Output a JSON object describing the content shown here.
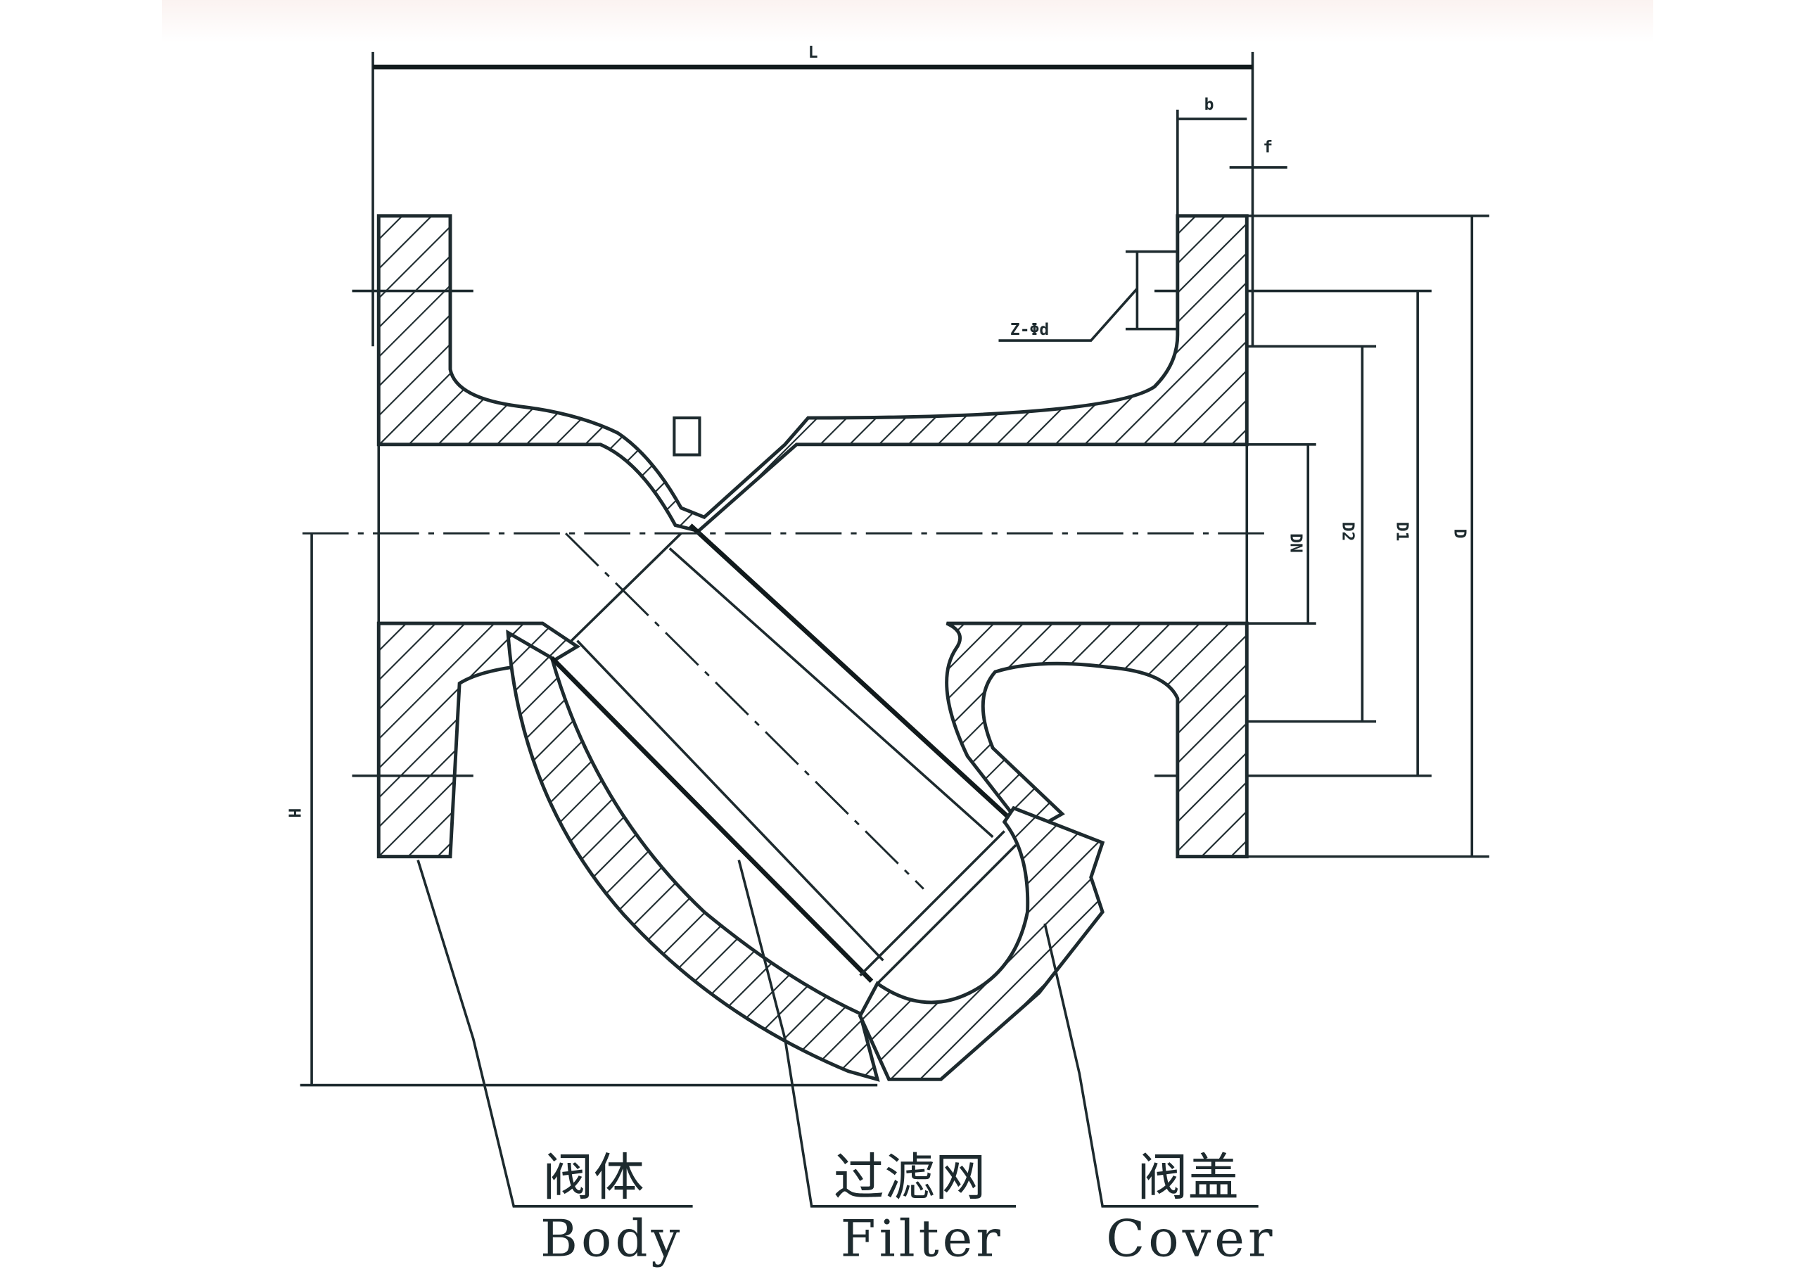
{
  "title": "Y-type strainer sectional drawing",
  "dimensions": {
    "L": "L",
    "b": "b",
    "f": "f",
    "bolt_holes": "Z-Φd",
    "DN": "DN",
    "D2": "D2",
    "D1": "D1",
    "D": "D",
    "H": "H"
  },
  "parts": [
    {
      "cn": "阀体",
      "en": "Body"
    },
    {
      "cn": "过滤网",
      "en": "Filter"
    },
    {
      "cn": "阀盖",
      "en": "Cover"
    }
  ],
  "colors": {
    "line": "#1d2a2e",
    "background": "#ffffff"
  }
}
